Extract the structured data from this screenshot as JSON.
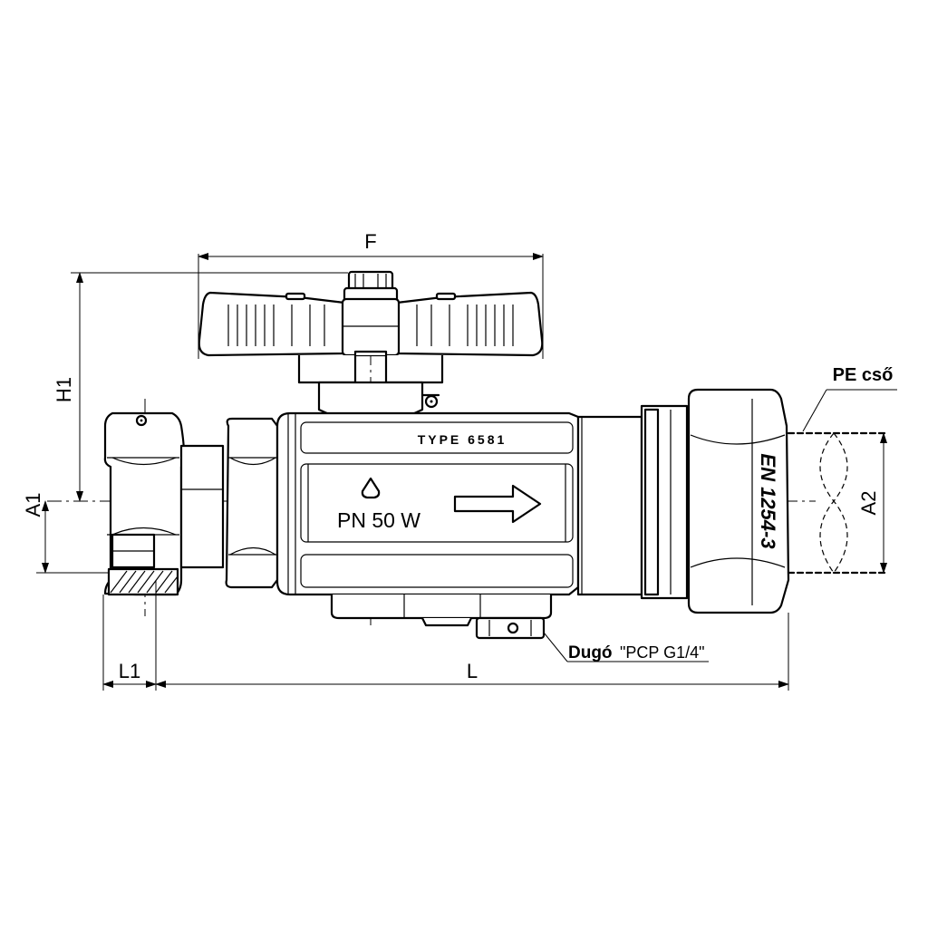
{
  "dimensions": {
    "F": "F",
    "H1": "H1",
    "A1": "A1",
    "A2": "A2",
    "L1": "L1",
    "L": "L"
  },
  "labels": {
    "pe_pipe": "PE cső",
    "plug_bold": "Dugó",
    "plug_spec": "\"PCP G1/4\""
  },
  "markings": {
    "type": "TYPE 6581",
    "pressure": "PN 50 W",
    "standard": "EN 1254-3"
  }
}
